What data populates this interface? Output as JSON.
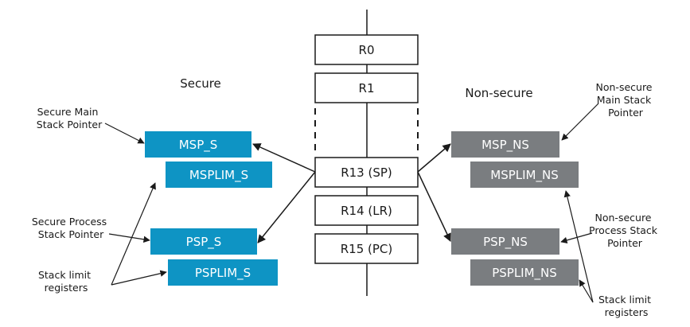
{
  "colors": {
    "secure": "#0e94c4",
    "nonsecure": "#7a7d80",
    "line": "#1a1a1a",
    "register_fill": "#ffffff"
  },
  "headings": {
    "secure": "Secure",
    "nonsecure": "Non-secure"
  },
  "registers": {
    "r0": "R0",
    "r1": "R1",
    "r13": "R13 (SP)",
    "r14": "R14 (LR)",
    "r15": "R15 (PC)"
  },
  "secure_boxes": {
    "msp": "MSP_S",
    "msplim": "MSPLIM_S",
    "psp": "PSP_S",
    "psplim": "PSPLIM_S"
  },
  "nonsecure_boxes": {
    "msp": "MSP_NS",
    "msplim": "MSPLIM_NS",
    "psp": "PSP_NS",
    "psplim": "PSPLIM_NS"
  },
  "annotations": {
    "secure_msp": [
      "Secure Main",
      "Stack Pointer"
    ],
    "secure_psp": [
      "Secure Process",
      "Stack Pointer"
    ],
    "secure_limit": [
      "Stack limit",
      "registers"
    ],
    "nonsecure_msp": [
      "Non-secure",
      "Main Stack",
      "Pointer"
    ],
    "nonsecure_psp": [
      "Non-secure",
      "Process Stack",
      "Pointer"
    ],
    "nonsecure_limit": [
      "Stack limit",
      "registers"
    ]
  }
}
